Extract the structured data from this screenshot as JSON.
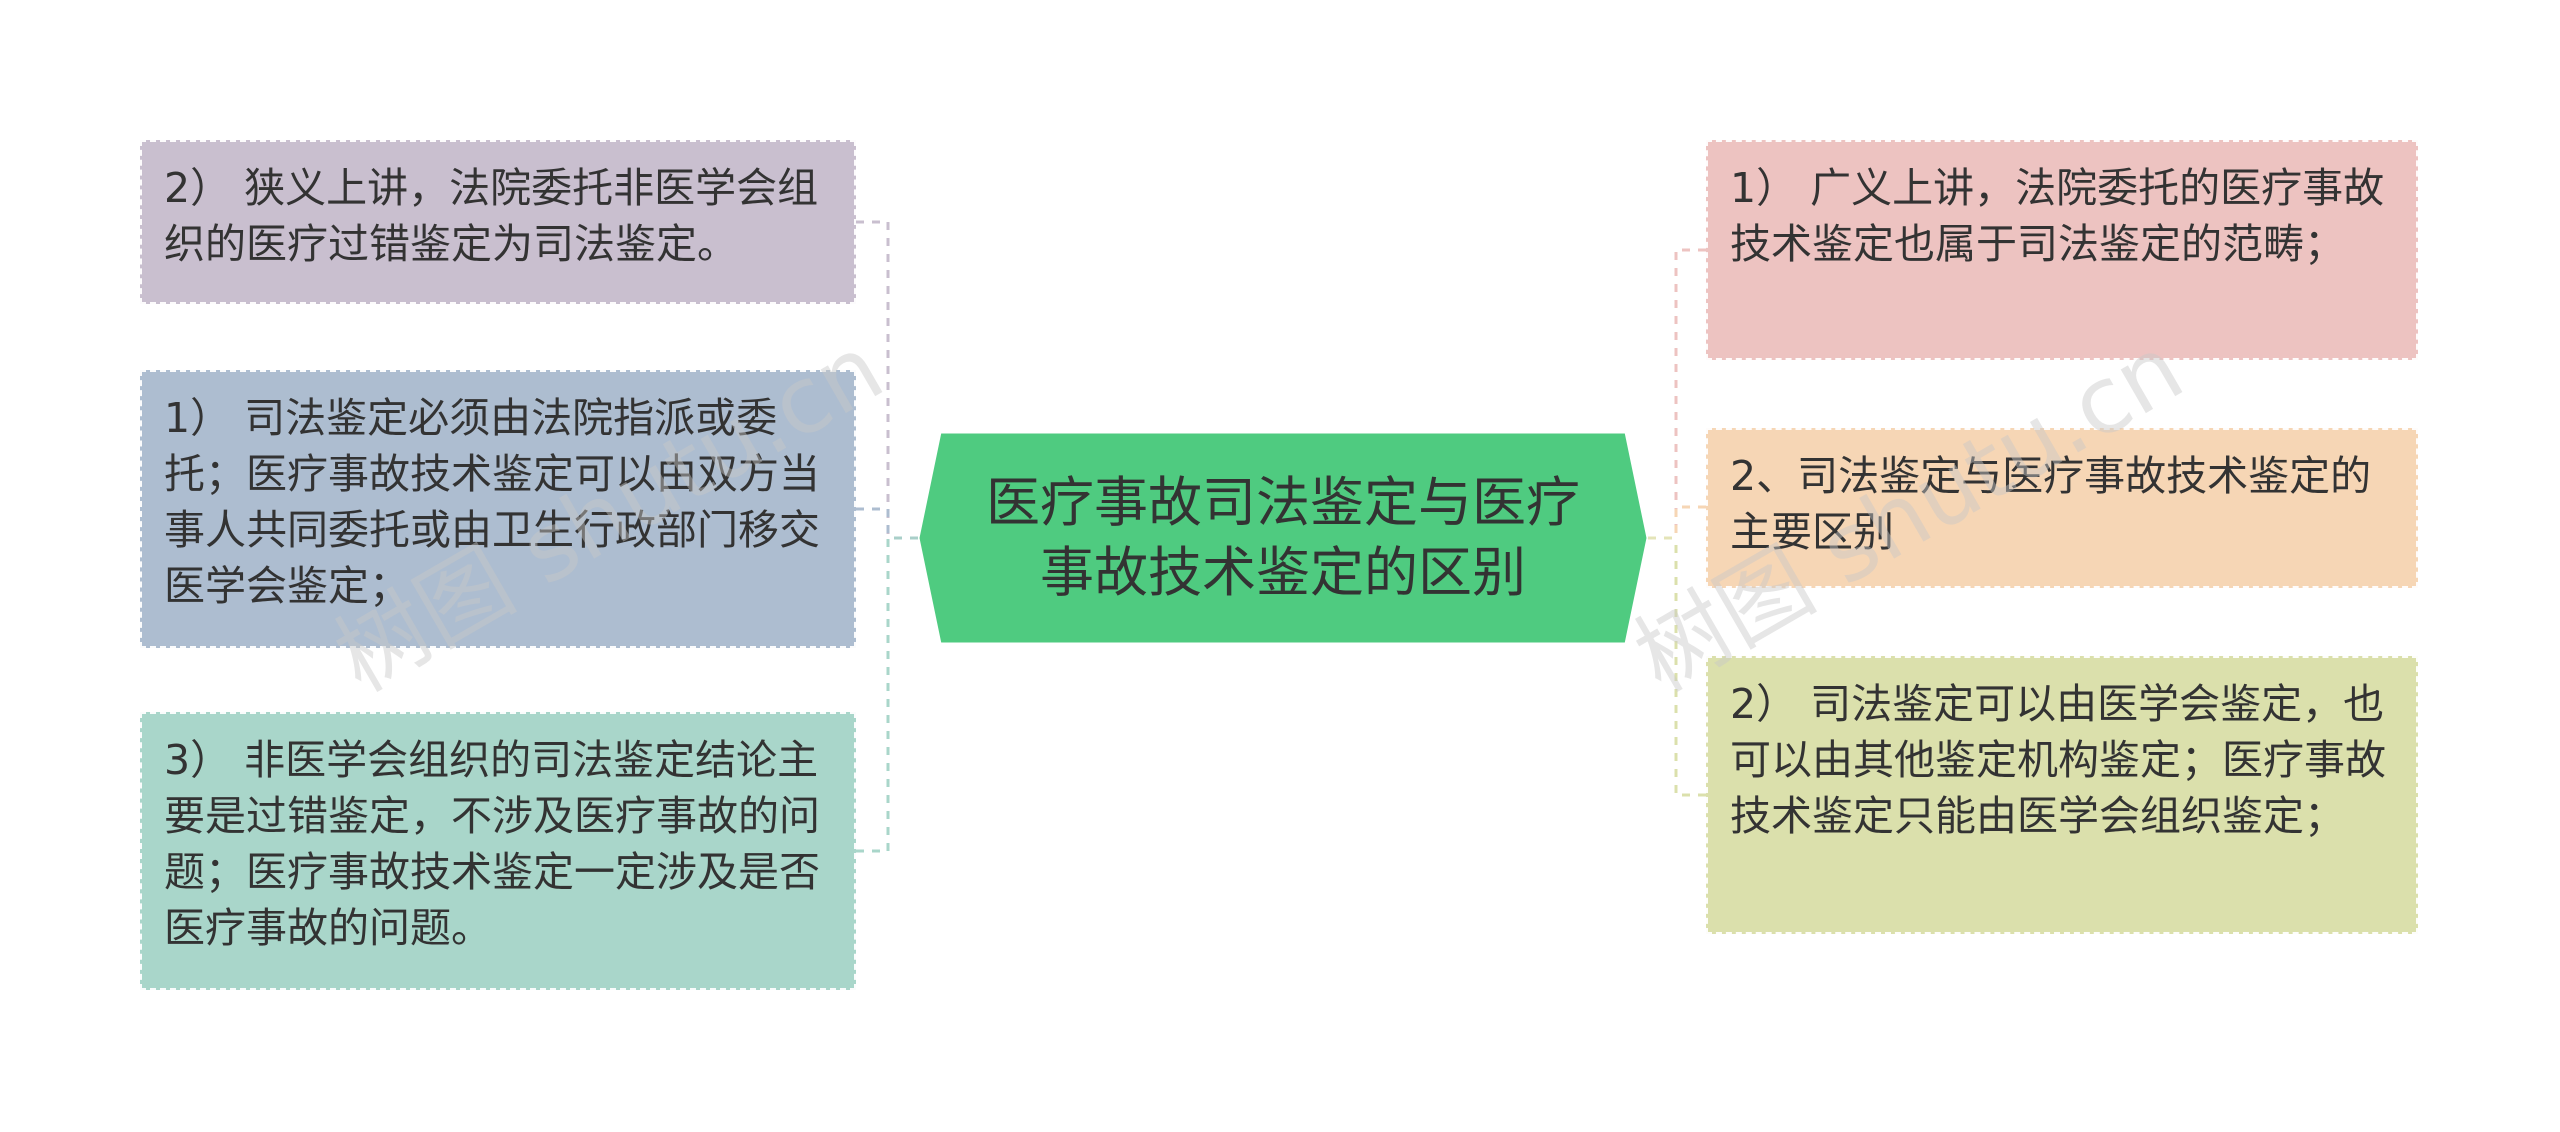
{
  "center": {
    "text": "医疗事故司法鉴定与医疗事故技术鉴定的区别"
  },
  "left_nodes": [
    {
      "text": "2） 狭义上讲，法院委托非医学会组织的医疗过错鉴定为司法鉴定。",
      "color": "#c9bfcf"
    },
    {
      "text": "1） 司法鉴定必须由法院指派或委托；医疗事故技术鉴定可以由双方当事人共同委托或由卫生行政部门移交医学会鉴定；",
      "color": "#adbdd0"
    },
    {
      "text": "3） 非医学会组织的司法鉴定结论主要是过错鉴定，不涉及医疗事故的问题；医疗事故技术鉴定一定涉及是否医疗事故的问题。",
      "color": "#a9d6ca"
    }
  ],
  "right_nodes": [
    {
      "text": "1） 广义上讲，法院委托的医疗事故技术鉴定也属于司法鉴定的范畴；",
      "color": "#edc3c1"
    },
    {
      "text": "2、司法鉴定与医疗事故技术鉴定的主要区别",
      "color": "#f6d6b5"
    },
    {
      "text": "2） 司法鉴定可以由医学会鉴定，也可以由其他鉴定机构鉴定；医疗事故技术鉴定只能由医学会组织鉴定；",
      "color": "#dbe0ac"
    }
  ],
  "colors": {
    "center_fill": "#4fcb80",
    "center_stroke": "#ffffff",
    "left_connector": "#a9cfc9",
    "right_connector": "#e4e4b8"
  },
  "watermarks": [
    "树图 shutu.cn",
    "树图 shutu.cn"
  ]
}
